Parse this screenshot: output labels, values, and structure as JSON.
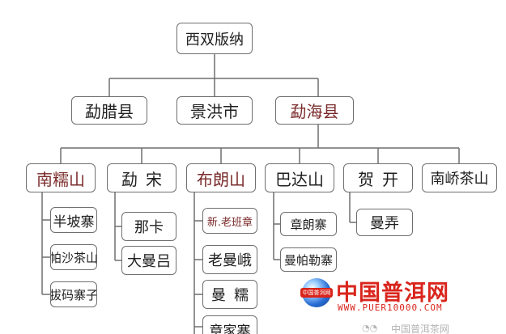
{
  "diagram": {
    "root": "西双版纳",
    "counties": [
      "勐腊县",
      "景洪市",
      "勐海县"
    ],
    "mountains": [
      "南糯山",
      "勐宋",
      "布朗山",
      "巴达山",
      "贺开",
      "南峤茶山"
    ],
    "villages": {
      "nannuo": [
        "半坡寨",
        "帕沙茶山",
        "拔码寨子"
      ],
      "mengsong": [
        "那卡",
        "大曼吕"
      ],
      "bulang": [
        "新.老班章",
        "老曼峨",
        "曼糯",
        "章家寨"
      ],
      "bada": [
        "章朗寨",
        "曼帕勒寨"
      ],
      "hekai": [
        "曼弄"
      ]
    }
  },
  "watermark": {
    "title": "中国普洱网",
    "url": "WWW.PUER10000.COM",
    "globe_label": "中国普洱网",
    "footer": "中国普洱茶网"
  },
  "colors": {
    "line": "#6f6f6f",
    "highlight_text": "#7a2a2a",
    "watermark": "#d9251c"
  }
}
